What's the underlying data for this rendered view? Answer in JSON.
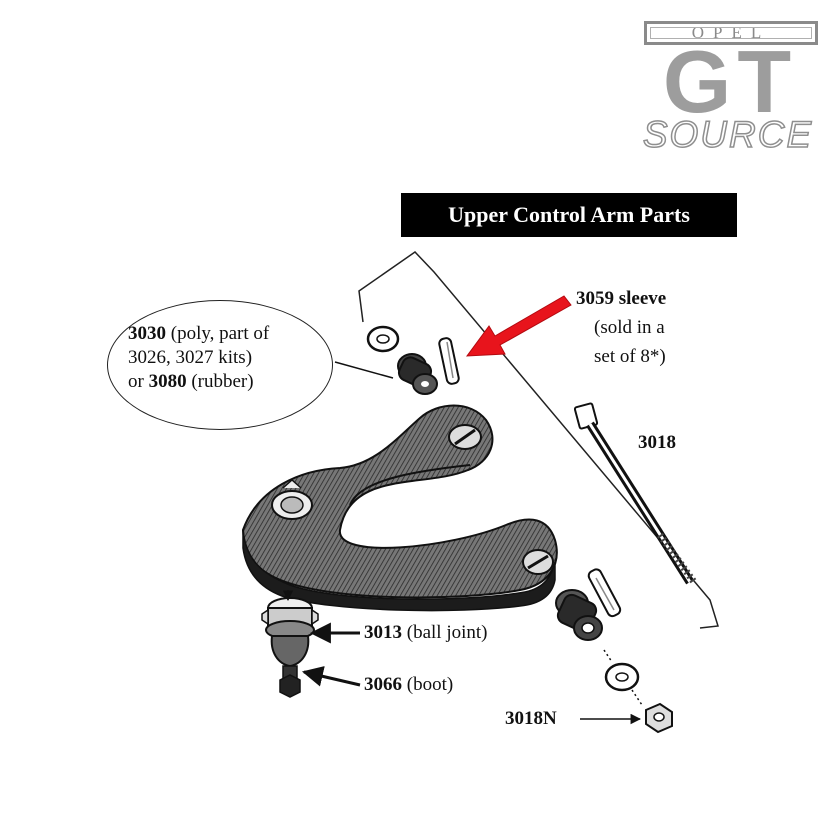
{
  "logo": {
    "brand": "OPEL",
    "model": "GT",
    "source": "SOURCE"
  },
  "title": "Upper Control Arm Parts",
  "parts": {
    "p3030": {
      "number": "3030",
      "line1_rest": " (poly, part of",
      "line2": "3026, 3027 kits)",
      "line3_pre": "or ",
      "alt_number": "3080",
      "line3_rest": " (rubber)"
    },
    "p3059": {
      "number": "3059",
      "name": " sleeve",
      "note_line1": "(sold in a",
      "note_line2": "set of 8*)"
    },
    "p3018": {
      "number": "3018"
    },
    "p3013": {
      "number": "3013",
      "name": " (ball joint)"
    },
    "p3066": {
      "number": "3066",
      "name": " (boot)"
    },
    "p3018N": {
      "number": "3018N"
    }
  },
  "colors": {
    "arrow_highlight": "#e8141c",
    "title_bg": "#000000",
    "logo_gray": "#8a8a8a",
    "ink": "#1a1a1a"
  }
}
